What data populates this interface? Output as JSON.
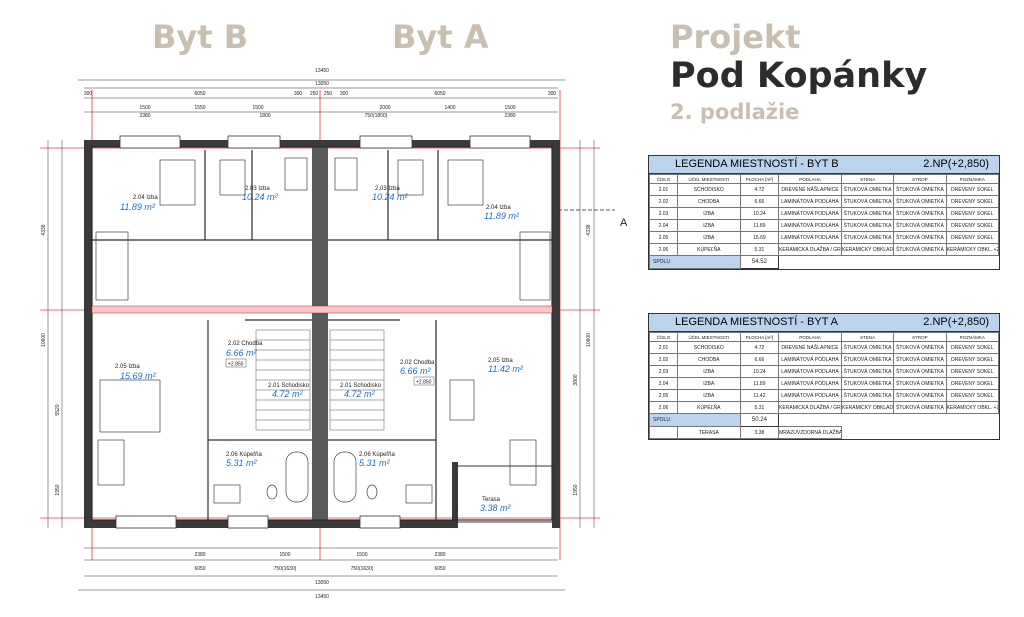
{
  "headings": {
    "byt_b": "Byt B",
    "byt_a": "Byt A",
    "projekt": "Projekt",
    "name": "Pod Kopánky",
    "floor": "2. podlažie"
  },
  "dims": {
    "top_overall": "13450",
    "top_inner": "13050",
    "top_row": [
      "300",
      "6050",
      "300",
      "250",
      "250",
      "300",
      "6050",
      "300"
    ],
    "top_sub": [
      "1500",
      "1550",
      "1500",
      "2000",
      "1400",
      "1500"
    ],
    "top_sub2": [
      "2380",
      "1800",
      "750(1800)",
      "2380"
    ],
    "bottom_overall": "13450",
    "bottom_inner": "13050",
    "bottom_row": [
      "6050",
      "1500",
      "1500",
      "6050"
    ],
    "bottom_sub": [
      "2380",
      "750(1630)",
      "750(1630)",
      "2380"
    ],
    "left": [
      "4338",
      "10600",
      "5520",
      "1950"
    ],
    "right": [
      "4338",
      "10600",
      "3800",
      "1950"
    ]
  },
  "rooms": [
    {
      "name": "2.04 Izba",
      "area": "11.89 m²"
    },
    {
      "name": "2.03 Izba",
      "area": "10.24 m²"
    },
    {
      "name": "2.03 Izba",
      "area": "10.24 m²"
    },
    {
      "name": "2.04 Izba",
      "area": "11.89 m²"
    },
    {
      "name": "2.02 Chodba",
      "area": "6.66 m²"
    },
    {
      "name": "2.02 Chodba",
      "area": "6.66 m²"
    },
    {
      "name": "2.01 Schodisko",
      "area": "4.72 m²"
    },
    {
      "name": "2.01 Schodisko",
      "area": "4.72 m²"
    },
    {
      "name": "2.05 Izba",
      "area": "15.69 m²"
    },
    {
      "name": "2.05 Izba",
      "area": "11.42 m²"
    },
    {
      "name": "2.06 Kúpeľňa",
      "area": "5.31 m²"
    },
    {
      "name": "2.06 Kúpeľňa",
      "area": "5.31 m²"
    },
    {
      "name": "Terasa",
      "area": "3.38 m²"
    }
  ],
  "section_mark": "A",
  "level_mark": "+2.850",
  "legend_b": {
    "title": "LEGENDA MIESTNOSTÍ - BYT B",
    "level": "2.NP(+2,850)",
    "headers": [
      "ČÍSLO",
      "ÚČEL MIESTNOSTI",
      "PLOCHA [m²]",
      "PODLAHA",
      "STENA",
      "STROP",
      "POZNÁMKA"
    ],
    "rows": [
      [
        "2.01",
        "SCHODISKO",
        "4.72",
        "DREVENÉ NÁŠLAPNICE",
        "ŠTUKOVÁ OMIETKA",
        "ŠTUKOVÁ OMIETKA",
        "DREVENÝ SOKEL"
      ],
      [
        "2.02",
        "CHODBA",
        "6.66",
        "LAMINÁTOVÁ PODLAHA",
        "ŠTUKOVÁ OMIETKA",
        "ŠTUKOVÁ OMIETKA",
        "DREVENÝ SOKEL"
      ],
      [
        "2.03",
        "IZBA",
        "10.24",
        "LAMINÁTOVÁ PODLAHA",
        "ŠTUKOVÁ OMIETKA",
        "ŠTUKOVÁ OMIETKA",
        "DREVENÝ SOKEL"
      ],
      [
        "2.04",
        "IZBA",
        "11.89",
        "LAMINÁTOVÁ PODLAHA",
        "ŠTUKOVÁ OMIETKA",
        "ŠTUKOVÁ OMIETKA",
        "DREVENÝ SOKEL"
      ],
      [
        "2.05",
        "IZBA",
        "15.69",
        "LAMINÁTOVÁ PODLAHA",
        "ŠTUKOVÁ OMIETKA",
        "ŠTUKOVÁ OMIETKA",
        "DREVENÝ SOKEL"
      ],
      [
        "2.06",
        "KÚPEĽŇA",
        "5.31",
        "KERAMICKÁ DLAŽBA / GRES",
        "KERAMICKÝ OBKLAD",
        "ŠTUKOVÁ OMIETKA",
        "KERAMICKÝ OBKL. +2,1m"
      ]
    ],
    "sum_label": "SPOLU",
    "sum_value": "54.52"
  },
  "legend_a": {
    "title": "LEGENDA MIESTNOSTÍ - BYT A",
    "level": "2.NP(+2,850)",
    "headers": [
      "ČÍSLO",
      "ÚČEL MIESTNOSTI",
      "PLOCHA [m²]",
      "PODLAHA",
      "STENA",
      "STROP",
      "POZNÁMKA"
    ],
    "rows": [
      [
        "2.01",
        "SCHODISKO",
        "4.72",
        "DREVENÉ NÁŠLAPNICE",
        "ŠTUKOVÁ OMIETKA",
        "ŠTUKOVÁ OMIETKA",
        "DREVENÝ SOKEL"
      ],
      [
        "2.02",
        "CHODBA",
        "6.66",
        "LAMINÁTOVÁ PODLAHA",
        "ŠTUKOVÁ OMIETKA",
        "ŠTUKOVÁ OMIETKA",
        "DREVENÝ SOKEL"
      ],
      [
        "2.03",
        "IZBA",
        "10.24",
        "LAMINÁTOVÁ PODLAHA",
        "ŠTUKOVÁ OMIETKA",
        "ŠTUKOVÁ OMIETKA",
        "DREVENÝ SOKEL"
      ],
      [
        "2.04",
        "IZBA",
        "11.89",
        "LAMINÁTOVÁ PODLAHA",
        "ŠTUKOVÁ OMIETKA",
        "ŠTUKOVÁ OMIETKA",
        "DREVENÝ SOKEL"
      ],
      [
        "2.05",
        "IZBA",
        "11.42",
        "LAMINÁTOVÁ PODLAHA",
        "ŠTUKOVÁ OMIETKA",
        "ŠTUKOVÁ OMIETKA",
        "DREVENÝ SOKEL"
      ],
      [
        "2.06",
        "KÚPEĽŇA",
        "5.31",
        "KERAMICKÁ DLAŽBA / GRES",
        "KERAMICKÝ OBKLAD",
        "ŠTUKOVÁ OMIETKA",
        "KERAMICKÝ OBKL. +2,1m"
      ]
    ],
    "sum_label": "SPOLU",
    "sum_value": "50.24",
    "extra": [
      "",
      "TERASA",
      "3.38",
      "MRAZUVZDORNÁ DLAŽBA",
      "",
      "",
      ""
    ]
  },
  "colors": {
    "heading": "#c9bfb1",
    "title": "#2c2c2c",
    "legend_header": "#bcd3ee",
    "wall": "#2a2a2a",
    "axis": "#e23b3b",
    "room_text": "#1f6fc4"
  }
}
